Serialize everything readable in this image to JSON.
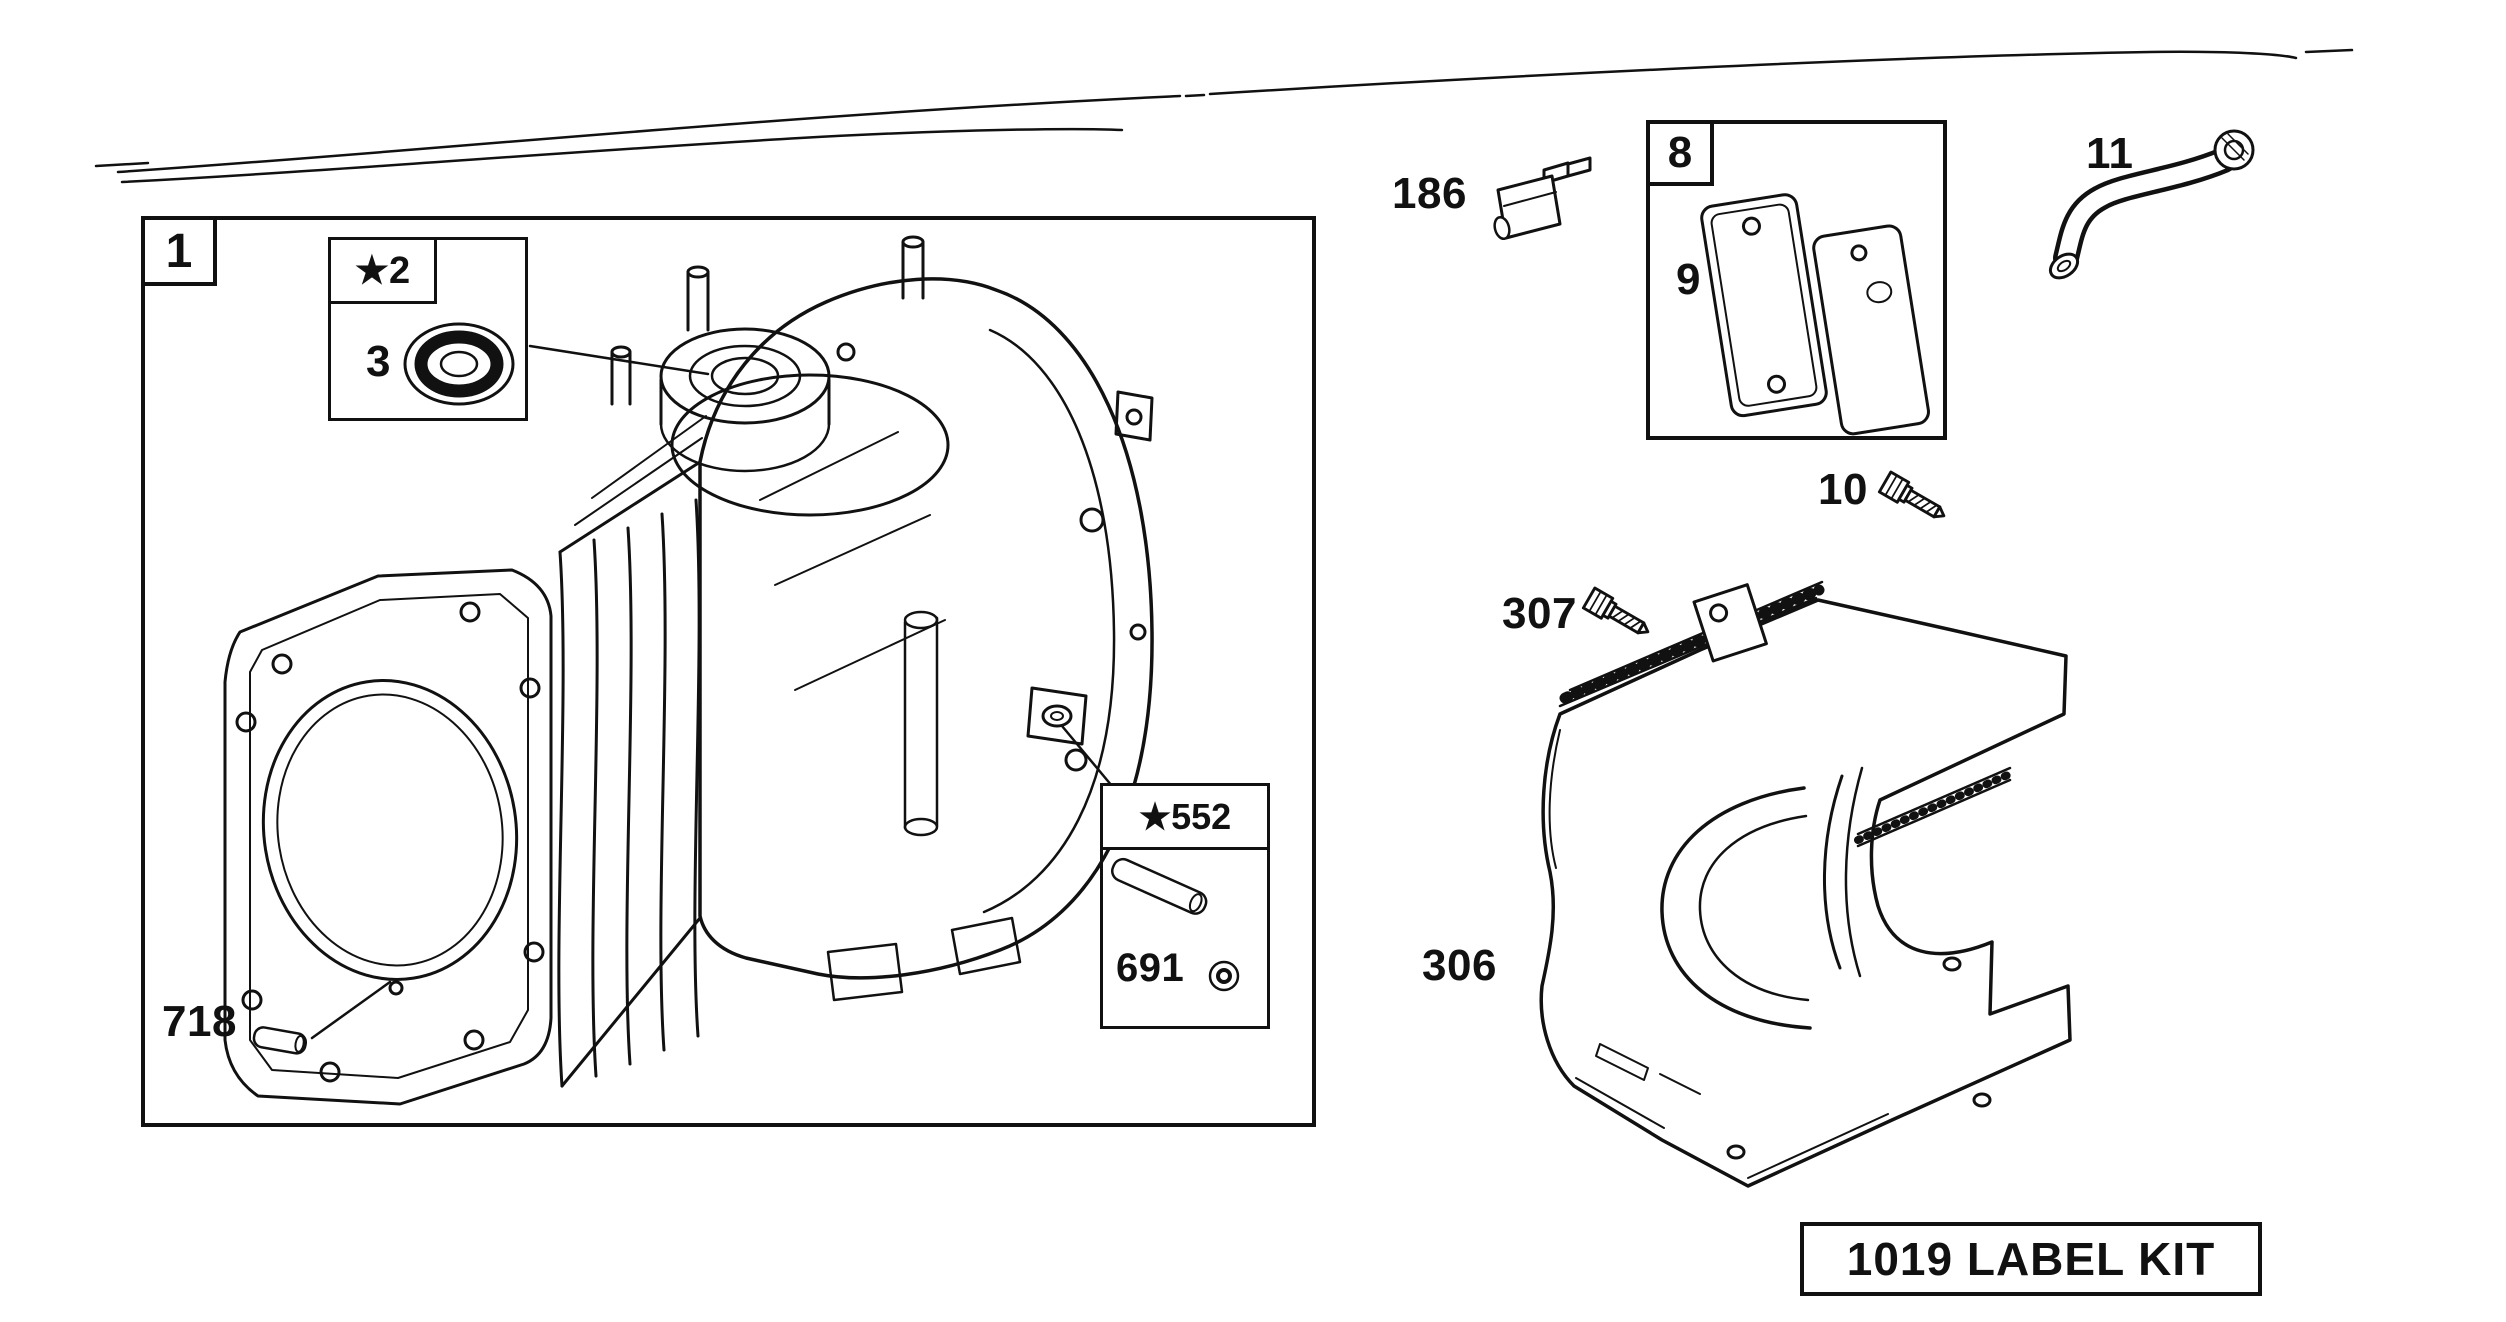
{
  "labels": {
    "part1": "1",
    "part2": "★2",
    "part3": "3",
    "part718": "718",
    "part552": "★552",
    "part691": "691",
    "part186": "186",
    "part8": "8",
    "part9": "9",
    "part10": "10",
    "part11": "11",
    "part307": "307",
    "part306": "306",
    "label_kit": "1019 LABEL KIT"
  },
  "colors": {
    "ink": "#111111",
    "paper": "#ffffff"
  }
}
